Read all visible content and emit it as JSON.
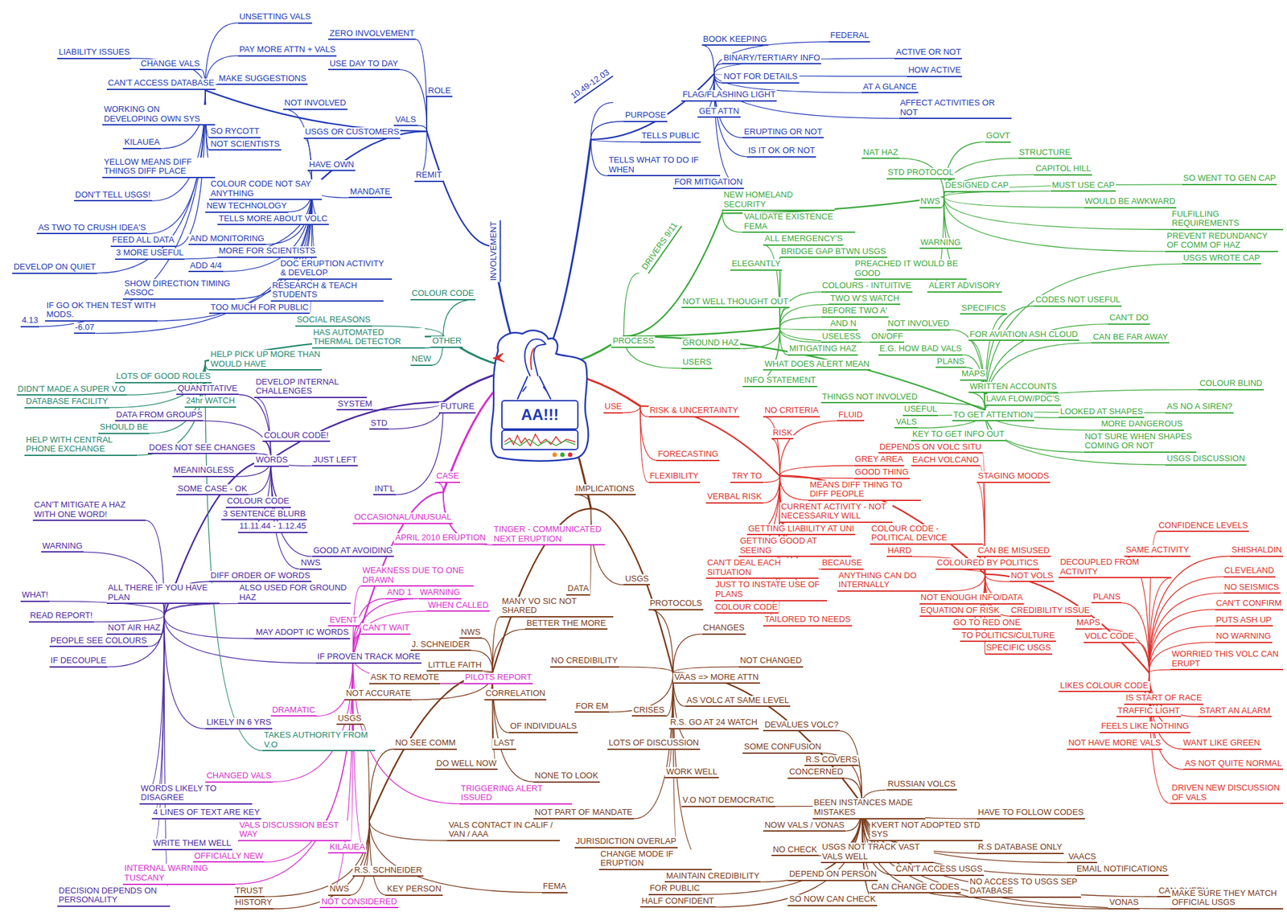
{
  "diagram": {
    "nodes": [
      {
        "text": [
          "AA!!!"
        ]
      }
    ],
    "labels": [
      "UNSETTING VALS",
      "ZERO INVOLVEMENT",
      "ROLE",
      "LIABILITY ISSUES",
      "CHANGE VALS",
      "CAN'T ACCESS DATABASE",
      "MAKE SUGGESTIONS",
      "PAY MORE ATTN + VALS",
      "USE DAY TO DAY",
      "WORKING ON DEVELOPING OWN SYS",
      "SO RYCOTT",
      "NOT INVOLVED",
      "VALS",
      "KILAUEA",
      "NOT SCIENTISTS",
      "USGS OR CUSTOMERS",
      "YELLOW MEANS DIFF THINGS DIFF PLACE",
      "COLOUR CODE NOT SAY ANYTHING",
      "HAVE OWN",
      "REMIT",
      "DON'T TELL USGS!",
      "NEW TECHNOLOGY",
      "TELLS MORE ABOUT VOLC",
      "MANDATE",
      "AS TWO TO CRUSH IDEA'S",
      "FEED ALL DATA",
      "3 MORE USEFUL",
      "AND MONITORING",
      "MORE FOR SCIENTISTS",
      "DOC ERUPTION ACTIVITY & DEVELOP",
      "RESEARCH & TEACH STUDENTS",
      "DEVELOP ON QUIET",
      "SHOW DIRECTION TIMING ASSOC",
      "ADD 4/4",
      "TOO MUCH FOR PUBLIC",
      "IF GO OK THEN TEST WITH MODS.",
      "-6.07",
      "4.13",
      "INVOLVEMENT",
      "10.49-12.03",
      "PURPOSE",
      "BOOK KEEPING",
      "FEDERAL",
      "BINARY/TERTIARY INFO",
      "ACTIVE OR NOT",
      "HOW ACTIVE",
      "NOT FOR DETAILS",
      "AT A GLANCE",
      "AFFECT ACTIVITIES OR NOT",
      "FLAG/FLASHING LIGHT",
      "GET ATTN",
      "TELLS PUBLIC",
      "ERUPTING OR NOT",
      "IS IT OK OR NOT",
      "TELLS WHAT TO DO IF WHEN",
      "FOR MITIGATION",
      "PROCESS",
      "DRIVERS 9/11",
      "NEW HOMELAND SECURITY",
      "VALIDATE EXISTENCE FEMA",
      "NAT HAZ",
      "ALL EMERGENCY'S",
      "STD PROTOCOL",
      "GOVT",
      "STRUCTURE",
      "DESIGNED CAP",
      "CAPITOL HILL",
      "MUST USE CAP",
      "WOULD BE AWKWARD",
      "SO WENT TO GEN CAP",
      "BRIDGE GAP BTWN USGS",
      "NWS",
      "PREACHED IT WOULD BE GOOD",
      "FULFILLING REQUIREMENTS",
      "PREVENT REDUNDANCY OF COMM OF HAZ",
      "USGS WROTE CAP",
      "ELEGANTLY",
      "COLOURS - INTUITIVE",
      "TWO W'S WATCH",
      "WARNING",
      "ALERT ADVISORY",
      "BEFORE TWO A'",
      "AND N",
      "NOT INVOLVED",
      "NOT WELL THOUGHT OUT",
      "USELESS",
      "ON/OFF",
      "E.G. HOW BAD VALS",
      "SPECIFICS",
      "CODES NOT USEFUL",
      "CAN'T DO",
      "FOR AVIATION ASH CLOUD",
      "CAN BE FAR AWAY",
      "GROUND HAZ",
      "MITIGATING HAZ",
      "PLANS",
      "MAPS",
      "WRITTEN ACCOUNTS",
      "WHAT DOES ALERT MEAN",
      "INFO STATEMENT",
      "LAVA FLOW/PDC'S",
      "USERS",
      "THINGS NOT INVOLVED",
      "USEFUL",
      "VALS",
      "KEY TO GET INFO OUT",
      "TO GET ATTENTION",
      "LOOKED AT SHAPES",
      "COLOUR BLIND",
      "AS NO A SIREN?",
      "MORE DANGEROUS",
      "NOT SURE WHEN SHAPES COMING OR NOT",
      "USGS DISCUSSION",
      "USE",
      "RISK & UNCERTAINTY",
      "NO CRITERIA",
      "FLUID",
      "DEPENDS ON VOLC SITU",
      "RISK",
      "GREY AREA",
      "GOOD THING",
      "EACH VOLCANO",
      "STAGING MOODS",
      "FORECASTING",
      "FLEXIBILITY",
      "MEANS DIFF THING TO DIFF PEOPLE",
      "CURRENT ACTIVITY - NOT NECESSARILY WILL",
      "TRY TO",
      "GETTING LIABILITY AT UNI",
      "COLOUR CODE - POLITICAL DEVICE",
      "GETTING GOOD AT SEEING",
      "VERBAL RISK",
      "CAN'T DEAL EACH SITUATION",
      "BECAUSE",
      "HARD",
      "CAN BE MISUSED",
      "CONFIDENCE LEVELS",
      "ANYTHING CAN DO INTERNALLY",
      "COLOURED BY POLITICS",
      "NOT VOLS",
      "DECOUPLED FROM ACTIVITY",
      "SAME ACTIVITY",
      "JUST TO INSTATE USE OF PLANS",
      "COLOUR CODE",
      "TAILORED TO NEEDS",
      "NOT ENOUGH INFO/DATA",
      "CREDIBILITY ISSUE",
      "EQUATION OF RISK",
      "PLANS",
      "GO TO RED ONE",
      "TO POLITICS/CULTURE",
      "SPECIFIC USGS",
      "MAPS",
      "VOLC CODE",
      "SHISHALDIN",
      "CLEVELAND",
      "NO SEISMICS",
      "CAN'T CONFIRM",
      "PUTS ASH UP",
      "NO WARNING",
      "WORRIED THIS VOLC CAN ERUPT",
      "LIKES COLOUR CODE",
      "IS START OF RACE",
      "TRAFFIC LIGHT",
      "START AN ALARM",
      "FEELS LIKE NOTHING",
      "NOT HAVE MORE VALS",
      "WANT LIKE GREEN",
      "AS NOT QUITE NORMAL",
      "DRIVEN NEW DISCUSSION OF VALS",
      "IMPLICATIONS",
      "USGS",
      "DATA",
      "MANY VO SIC NOT SHARED",
      "BETTER THE MORE",
      "J. SCHNEIDER",
      "NWS",
      "LITTLE FAITH",
      "ASK TO REMOTE",
      "NOT ACCURATE",
      "NO CREDIBILITY",
      "CORRELATION",
      "USGS",
      "OF INDIVIDUALS",
      "FOR EM",
      "LAST",
      "NO SEE COMM",
      "DO WELL NOW",
      "NONE TO LOOK",
      "NOT PART OF MANDATE",
      "VALS CONTACT IN CALIF / VAN / AAA",
      "JURISDICTION OVERLAP",
      "FEMA",
      "R.S. SCHNEIDER",
      "NWS",
      "KEY PERSON",
      "TRUST",
      "HISTORY",
      "PROTOCOLS",
      "CHANGES",
      "NOT CHANGED",
      "VAAS => MORE ATTN",
      "AS VOLC AT SAME LEVEL",
      "CRISES",
      "R.S. GO AT 24 WATCH",
      "DEVALUES VOLC?",
      "SOME CONFUSION",
      "R.S COVERS",
      "CONCERNED",
      "LOTS OF DISCUSSION",
      "WORK WELL",
      "CHANGE MODE IF ERUPTION",
      "V.O NOT DEMOCRATIC",
      "MAINTAIN CREDIBILITY",
      "FOR PUBLIC",
      "HALF CONFIDENT",
      "NOW VALS / VONAS",
      "NO CHECK",
      "DEPEND ON PERSON",
      "RUSSIAN VOLCS",
      "HAVE TO FOLLOW CODES",
      "KVERT NOT ADOPTED STD SYS",
      "USGS NOT TRACK VAST VALS WELL",
      "CAN CHANGE CODES",
      "R.S DATABASE ONLY",
      "BEEN INSTANCES MADE MISTAKES",
      "CAN'T ACCESS USGS",
      "SO NOW CAN CHECK",
      "NO ACCESS TO USGS SEP DATABASE",
      "EMAIL NOTIFICATIONS",
      "VAACS",
      "VONAS",
      "CAN QUERY",
      "MAKE SURE THEY MATCH OFFICIAL USGS",
      "CASE",
      "OCCASIONAL/UNUSUAL",
      "APRIL 2010 ERUPTION",
      "TINGER - COMMUNICATED NEXT ERUPTION",
      "WEAKNESS DUE TO ONE DRAWN",
      "AND 1",
      "WARNING",
      "PILOTS REPORT",
      "WHEN CALLED",
      "TRIGGERING ALERT ISSUED",
      "CAN'T WAIT",
      "EVENT",
      "DRAMATIC",
      "CHANGED VALS",
      "VALS DISCUSSION BEST WAY",
      "KILAUEA",
      "NOT CONSIDERED",
      "INTERNAL WARNING TUSCANY",
      "OFFICIALLY NEW",
      "FUTURE",
      "QUANTITATIVE",
      "DEVELOP INTERNAL CHALLENGES",
      "SYSTEM",
      "DATA FROM GROUPS",
      "STD",
      "DOES NOT SEE CHANGES",
      "COLOUR CODE!",
      "WORDS",
      "MEANINGLESS",
      "SOME CASE - OK",
      "JUST LEFT",
      "CAN'T MITIGATE A HAZ WITH ONE WORD!",
      "COLOUR CODE",
      "3 SENTENCE BLURB",
      "11.11.44 - 1.12.45",
      "INT'L",
      "GOOD AT AVOIDING",
      "WARNING",
      "NWS",
      "DIFF ORDER OF WORDS",
      "ALSO USED FOR GROUND HAZ",
      "ALL THERE IF YOU HAVE PLAN",
      "IF PROVEN TRACK MORE",
      "WHAT!",
      "READ REPORT!",
      "NOT AIR HAZ",
      "MAY ADOPT IC WORDS",
      "PEOPLE SEE COLOURS",
      "IF DECOUPLE",
      "LIKELY IN 6 YRS",
      "WORDS LIKELY TO DISAGREE",
      "4 LINES OF TEXT ARE KEY",
      "DECISION DEPENDS ON PERSONALITY",
      "WRITE THEM WELL",
      "SOCIAL REASONS",
      "COLOUR CODE",
      "HAS AUTOMATED THERMAL DETECTOR",
      "HELP PICK UP MORE THAN WOULD HAVE",
      "TAKES AUTHORITY FROM V.O",
      "OTHER",
      "NEW",
      "LOTS OF GOOD ROLES",
      "24hr WATCH",
      "DIDN'T MADE A SUPER V.O",
      "DATABASE FACILITY",
      "SHOULD BE",
      "HELP WITH CENTRAL PHONE EXCHANGE"
    ]
  }
}
